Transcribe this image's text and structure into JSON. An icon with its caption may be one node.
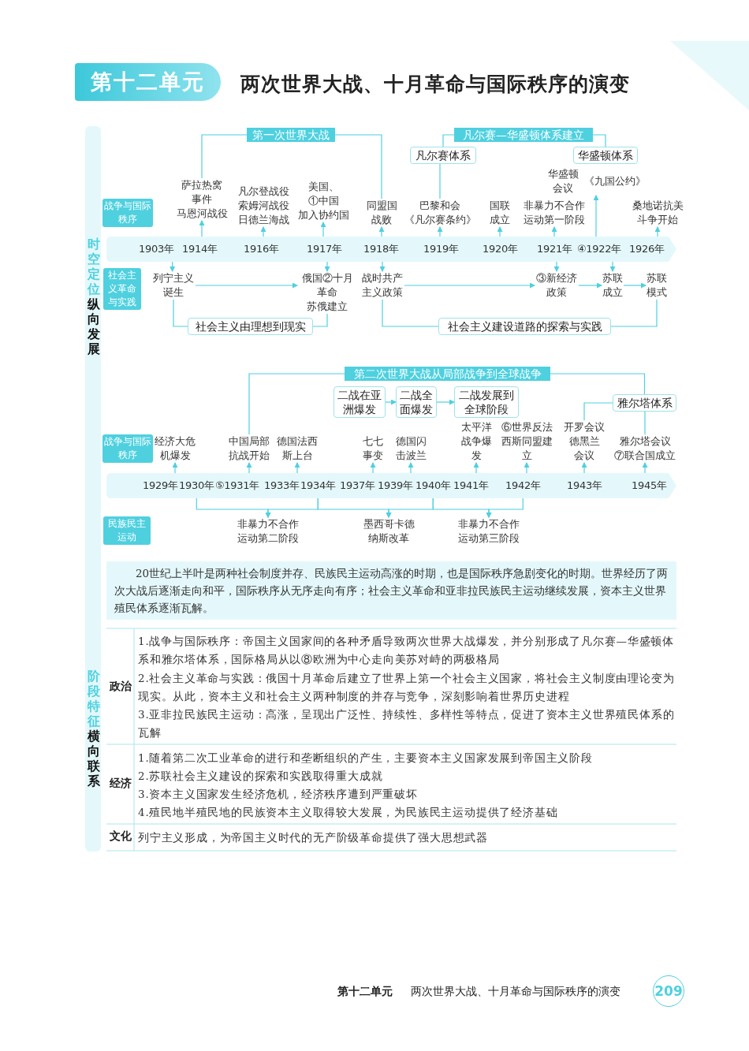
{
  "diagram": {
    "title": "两次世界大战、十月革命与国际秩序的演变",
    "nodes": [
      {
        "text": [
          "第十二单元"
        ]
      },
      {
        "text": [
          "战争与国际秩序"
        ]
      },
      {
        "text": [
          "社会主义革命与实践"
        ]
      },
      {
        "text": [
          "战争与国际秩序"
        ]
      },
      {
        "text": [
          "民族民主运动"
        ]
      },
      {
        "text": [
          "第一次世界大战"
        ]
      },
      {
        "text": [
          "凡尔赛—华盛顿体系建立"
        ]
      },
      {
        "text": [
          "凡尔赛体系"
        ]
      },
      {
        "text": [
          "华盛顿体系"
        ]
      },
      {
        "text": [],
        "shape": "bar"
      },
      {
        "text": [
          "1903年"
        ],
        "in": 9
      },
      {
        "text": [
          "1914年"
        ],
        "in": 9
      },
      {
        "text": [
          "1916年"
        ],
        "in": 9
      },
      {
        "text": [
          "1917年"
        ],
        "in": 9
      },
      {
        "text": [
          "1918年"
        ],
        "in": 9
      },
      {
        "text": [
          "1919年"
        ],
        "in": 9
      },
      {
        "text": [
          "1920年"
        ],
        "in": 9
      },
      {
        "text": [
          "1921年"
        ],
        "in": 9
      },
      {
        "text": [
          "④1922年"
        ],
        "in": 9
      },
      {
        "text": [
          "1926年"
        ],
        "in": 9
      },
      {
        "text": [
          "萨拉热窝事件",
          "马恩河战役"
        ]
      },
      {
        "text": [
          "凡尔登战役",
          "索姆河战役",
          "日德兰海战"
        ]
      },
      {
        "text": [
          "美国、①中国",
          "加入协约国"
        ]
      },
      {
        "text": [
          "同盟国战败"
        ]
      },
      {
        "text": [
          "巴黎和会",
          "《凡尔赛条约》"
        ]
      },
      {
        "text": [
          "国联成立"
        ]
      },
      {
        "text": [
          "非暴力不合作运动第一阶段"
        ]
      },
      {
        "text": [
          "华盛顿会议",
          "《九国公约》"
        ]
      },
      {
        "text": [
          "桑地诺抗美斗争开始"
        ]
      },
      {
        "text": [
          "列宁主义诞生"
        ]
      },
      {
        "text": [
          "俄国②十月革命",
          "苏俄建立"
        ]
      },
      {
        "text": [
          "战时共产主义政策"
        ]
      },
      {
        "text": [
          "③新经济政策"
        ]
      },
      {
        "text": [
          "苏联成立"
        ]
      },
      {
        "text": [
          "苏联模式"
        ]
      },
      {
        "text": [
          "社会主义由理想到现实"
        ]
      },
      {
        "text": [
          "社会主义建设道路的探索与实践"
        ]
      },
      {
        "text": [
          "第二次世界大战从局部战争到全球战争"
        ]
      },
      {
        "text": [
          "二战在亚洲爆发"
        ]
      },
      {
        "text": [
          "二战全面爆发"
        ]
      },
      {
        "text": [
          "二战发展到全球阶段"
        ]
      },
      {
        "text": [
          "雅尔塔体系"
        ]
      },
      {
        "text": [],
        "shape": "bar"
      },
      {
        "text": [
          "1929年"
        ],
        "in": 42
      },
      {
        "text": [
          "1930年"
        ],
        "in": 42
      },
      {
        "text": [
          "⑤1931年"
        ],
        "in": 42
      },
      {
        "text": [
          "1933年"
        ],
        "in": 42
      },
      {
        "text": [
          "1934年"
        ],
        "in": 42
      },
      {
        "text": [
          "1937年"
        ],
        "in": 42
      },
      {
        "text": [
          "1939年"
        ],
        "in": 42
      },
      {
        "text": [
          "1940年"
        ],
        "in": 42
      },
      {
        "text": [
          "1941年"
        ],
        "in": 42
      },
      {
        "text": [
          "1942年"
        ],
        "in": 42
      },
      {
        "text": [
          "1943年"
        ],
        "in": 42
      },
      {
        "text": [
          "1945年"
        ],
        "in": 42
      },
      {
        "text": [
          "经济大危机爆发"
        ]
      },
      {
        "text": [
          "中国局部抗战开始"
        ]
      },
      {
        "text": [
          "德国法西斯上台"
        ]
      },
      {
        "text": [
          "七七事变"
        ]
      },
      {
        "text": [
          "德国闪击波兰"
        ]
      },
      {
        "text": [
          "太平洋战争爆发"
        ]
      },
      {
        "text": [
          "⑥世界反法西斯同盟建立"
        ]
      },
      {
        "text": [
          "开罗会议",
          "德黑兰会议"
        ]
      },
      {
        "text": [
          "雅尔塔会议",
          "⑦联合国成立"
        ]
      },
      {
        "text": [
          "非暴力不合作运动第二阶段"
        ]
      },
      {
        "text": [
          "墨西哥卡德纳斯改革"
        ]
      },
      {
        "text": [
          "非暴力不合作运动第三阶段"
        ]
      },
      {
        "text": [
          "20世纪上半叶是两种社会制度并存、民族民主运动高涨的时期，也是国际秩序急剧变化的时期。世界经历了两次大战后逐渐走向和平，国际秩序从无序走向有序；社会主义革命和亚非拉民族民主运动继续发展，资本主义世界殖民体系逐渐瓦解。"
        ]
      }
    ],
    "edges": [
      {
        "from": 11,
        "to": 20,
        "arrow": "to"
      },
      {
        "from": 12,
        "to": 21,
        "arrow": "to"
      },
      {
        "from": 13,
        "to": 22,
        "arrow": "to"
      },
      {
        "from": 14,
        "to": 23,
        "arrow": "to"
      },
      {
        "from": 15,
        "to": 24,
        "arrow": "to"
      },
      {
        "from": 16,
        "to": 25,
        "arrow": "to"
      },
      {
        "from": 17,
        "to": 26,
        "arrow": "to"
      },
      {
        "from": 18,
        "to": 27,
        "arrow": "to"
      },
      {
        "from": 19,
        "to": 28,
        "arrow": "to"
      },
      {
        "from": 10,
        "to": 29,
        "arrow": "to"
      },
      {
        "from": 13,
        "to": 30,
        "arrow": "to"
      },
      {
        "from": 14,
        "to": 31,
        "arrow": "to"
      },
      {
        "from": 17,
        "to": 32,
        "arrow": "to"
      },
      {
        "from": 18,
        "to": 33,
        "arrow": "to"
      },
      {
        "from": 29,
        "to": 30,
        "arrow": "to"
      },
      {
        "from": 31,
        "to": 32,
        "arrow": "to"
      },
      {
        "from": 32,
        "to": 33,
        "arrow": "to"
      },
      {
        "from": 33,
        "to": 34,
        "arrow": "to"
      },
      {
        "from": 5,
        "to": 20,
        "arrow": "none"
      },
      {
        "from": 5,
        "to": 23,
        "arrow": "none"
      },
      {
        "from": 6,
        "to": 7,
        "arrow": "none"
      },
      {
        "from": 6,
        "to": 8,
        "arrow": "none"
      },
      {
        "from": 7,
        "to": 24,
        "arrow": "none"
      },
      {
        "from": 35,
        "to": 29,
        "arrow": "none"
      },
      {
        "from": 35,
        "to": 30,
        "arrow": "none"
      },
      {
        "from": 36,
        "to": 31,
        "arrow": "none"
      },
      {
        "from": 36,
        "to": 34,
        "arrow": "none"
      },
      {
        "from": 37,
        "to": 56,
        "arrow": "none"
      },
      {
        "from": 37,
        "to": 41,
        "arrow": "none"
      },
      {
        "from": 38,
        "to": 39,
        "arrow": "to"
      },
      {
        "from": 39,
        "to": 40,
        "arrow": "to"
      },
      {
        "from": 41,
        "to": 62,
        "arrow": "none"
      },
      {
        "from": 41,
        "to": 63,
        "arrow": "none"
      },
      {
        "from": 43,
        "to": 55,
        "arrow": "to"
      },
      {
        "from": 45,
        "to": 56,
        "arrow": "to"
      },
      {
        "from": 46,
        "to": 57,
        "arrow": "to"
      },
      {
        "from": 48,
        "to": 58,
        "arrow": "to"
      },
      {
        "from": 49,
        "to": 59,
        "arrow": "to"
      },
      {
        "from": 51,
        "to": 60,
        "arrow": "to"
      },
      {
        "from": 52,
        "to": 61,
        "arrow": "to"
      },
      {
        "from": 53,
        "to": 62,
        "arrow": "to"
      },
      {
        "from": 54,
        "to": 63,
        "arrow": "to"
      },
      {
        "from": 44,
        "to": 64,
        "arrow": "to"
      },
      {
        "from": 47,
        "to": 64,
        "arrow": "to"
      },
      {
        "from": 47,
        "to": 65,
        "arrow": "to"
      },
      {
        "from": 50,
        "to": 65,
        "arrow": "to"
      },
      {
        "from": 50,
        "to": 66,
        "arrow": "to"
      },
      {
        "from": 52,
        "to": 66,
        "arrow": "to"
      }
    ],
    "labels": [
      "时空定位",
      "纵向发展",
      "阶段特征",
      "横向联系",
      "政治",
      "1.战争与国际秩序：帝国主义国家间的各种矛盾导致两次世界大战爆发，并分别形成了凡尔赛—华盛顿体系和雅尔塔体系，国际格局从以⑧欧洲为中心走向美苏对峙的两极格局",
      "2.社会主义革命与实践：俄国十月革命后建立了世界上第一个社会主义国家，将社会主义制度由理论变为现实。从此，资本主义和社会主义两种制度的并存与竞争，深刻影响着世界历史进程",
      "3.亚非拉民族民主运动：高涨，呈现出广泛性、持续性、多样性等特点，促进了资本主义世界殖民体系的瓦解",
      "经济",
      "1.随着第二次工业革命的进行和垄断组织的产生，主要资本主义国家发展到帝国主义阶段",
      "2.苏联社会主义建设的探索和实践取得重大成就",
      "3.资本主义国家发生经济危机，经济秩序遭到严重破坏",
      "4.殖民地半殖民地的民族资本主义取得较大发展，为民族民主运动提供了经济基础",
      "文化",
      "列宁主义形成，为帝国主义时代的无产阶级革命提供了强大思想武器",
      "第十二单元",
      "两次世界大战、十月革命与国际秩序的演变",
      "209"
    ]
  }
}
